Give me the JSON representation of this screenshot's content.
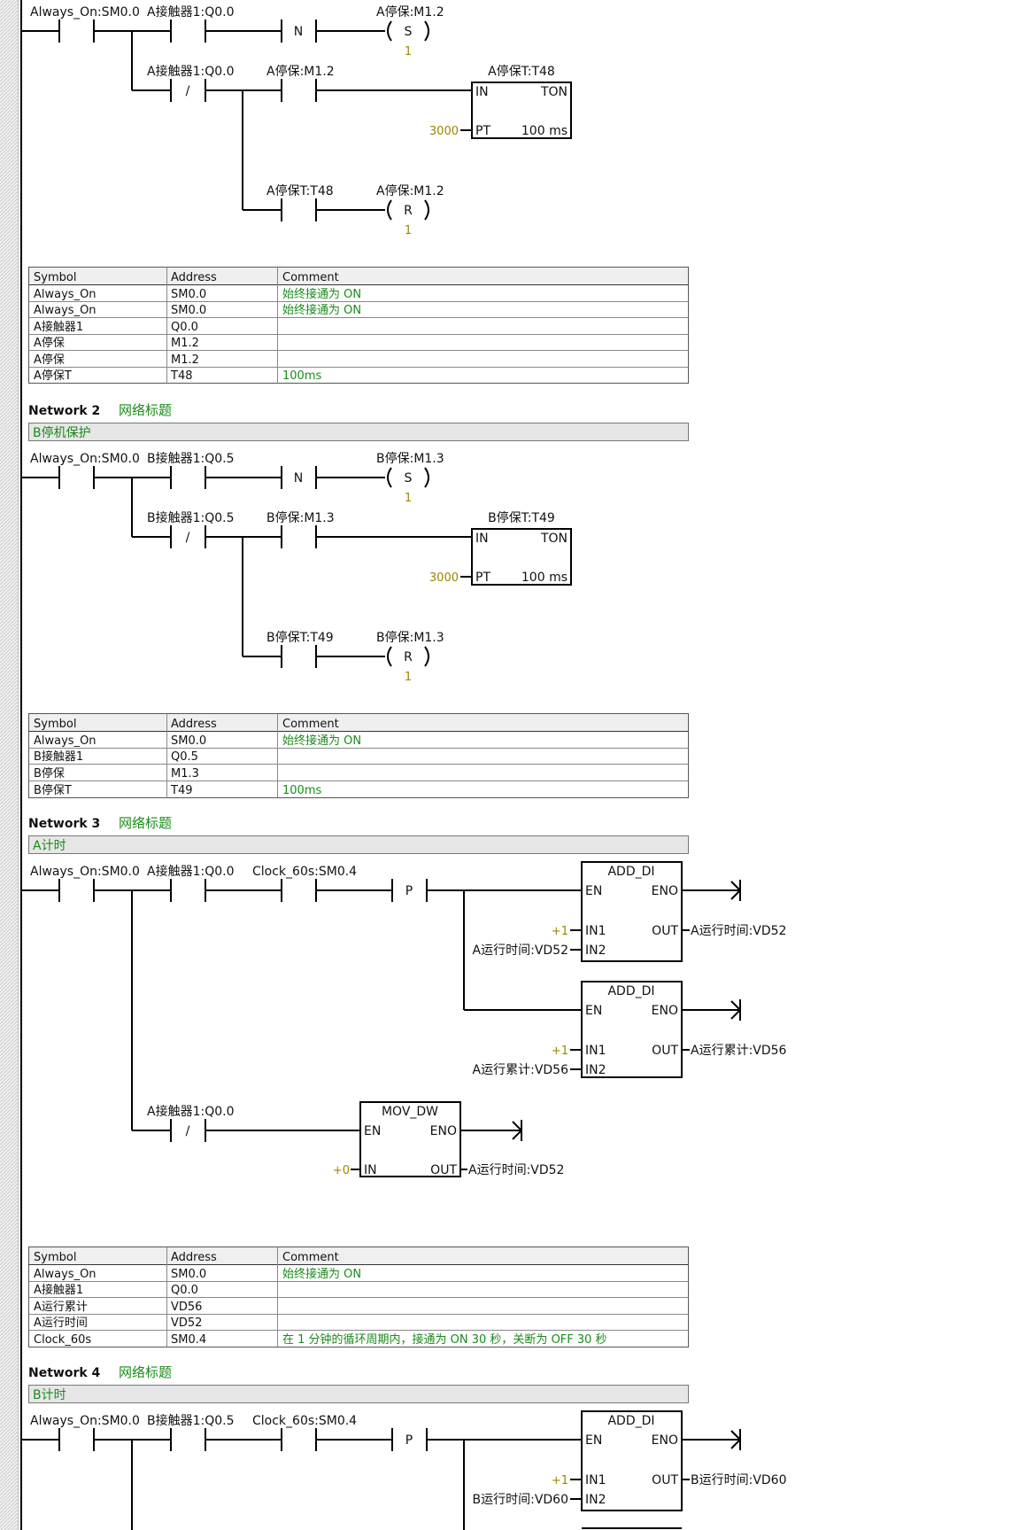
{
  "network1": {
    "row1": {
      "c1": "Always_On:SM0.0",
      "c2": "A接触器1:Q0.0",
      "edge": "N",
      "coil": "A停保:M1.2",
      "coil_type": "S",
      "coil_n": "1"
    },
    "row2": {
      "c1": "A接触器1:Q0.0",
      "c1_type": "/",
      "c2": "A停保:M1.2",
      "timer": {
        "name": "A停保T:T48",
        "type": "TON",
        "in": "IN",
        "pt_label": "PT",
        "pt_value": "3000",
        "base": "100 ms"
      }
    },
    "row3": {
      "c1": "A停保T:T48",
      "coil": "A停保:M1.2",
      "coil_type": "R",
      "coil_n": "1"
    },
    "table": {
      "headers": [
        "Symbol",
        "Address",
        "Comment"
      ],
      "rows": [
        [
          "Always_On",
          "SM0.0",
          "始终接通为 ON"
        ],
        [
          "Always_On",
          "SM0.0",
          "始终接通为 ON"
        ],
        [
          "A接触器1",
          "Q0.0",
          ""
        ],
        [
          "A停保",
          "M1.2",
          ""
        ],
        [
          "A停保",
          "M1.2",
          ""
        ],
        [
          "A停保T",
          "T48",
          "100ms"
        ]
      ]
    }
  },
  "network2": {
    "label": "Network 2",
    "title": "网络标题",
    "comment": "B停机保护",
    "row1": {
      "c1": "Always_On:SM0.0",
      "c2": "B接触器1:Q0.5",
      "edge": "N",
      "coil": "B停保:M1.3",
      "coil_type": "S",
      "coil_n": "1"
    },
    "row2": {
      "c1": "B接触器1:Q0.5",
      "c1_type": "/",
      "c2": "B停保:M1.3",
      "timer": {
        "name": "B停保T:T49",
        "type": "TON",
        "in": "IN",
        "pt_label": "PT",
        "pt_value": "3000",
        "base": "100 ms"
      }
    },
    "row3": {
      "c1": "B停保T:T49",
      "coil": "B停保:M1.3",
      "coil_type": "R",
      "coil_n": "1"
    },
    "table": {
      "headers": [
        "Symbol",
        "Address",
        "Comment"
      ],
      "rows": [
        [
          "Always_On",
          "SM0.0",
          "始终接通为 ON"
        ],
        [
          "B接触器1",
          "Q0.5",
          ""
        ],
        [
          "B停保",
          "M1.3",
          ""
        ],
        [
          "B停保T",
          "T49",
          "100ms"
        ]
      ]
    }
  },
  "network3": {
    "label": "Network 3",
    "title": "网络标题",
    "comment": "A计时",
    "row1": {
      "c1": "Always_On:SM0.0",
      "c2": "A接触器1:Q0.0",
      "c3": "Clock_60s:SM0.4",
      "edge": "P"
    },
    "box1": {
      "name": "ADD_DI",
      "en": "EN",
      "eno": "ENO",
      "in1": "IN1",
      "in2": "IN2",
      "out": "OUT",
      "in1_val": "+1",
      "in2_var": "A运行时间:VD52",
      "out_var": "A运行时间:VD52"
    },
    "box2": {
      "name": "ADD_DI",
      "en": "EN",
      "eno": "ENO",
      "in1": "IN1",
      "in2": "IN2",
      "out": "OUT",
      "in1_val": "+1",
      "in2_var": "A运行累计:VD56",
      "out_var": "A运行累计:VD56"
    },
    "row3": {
      "c1": "A接触器1:Q0.0",
      "c1_type": "/"
    },
    "box3": {
      "name": "MOV_DW",
      "en": "EN",
      "eno": "ENO",
      "in": "IN",
      "out": "OUT",
      "in_val": "+0",
      "out_var": "A运行时间:VD52"
    },
    "table": {
      "headers": [
        "Symbol",
        "Address",
        "Comment"
      ],
      "rows": [
        [
          "Always_On",
          "SM0.0",
          "始终接通为 ON"
        ],
        [
          "A接触器1",
          "Q0.0",
          ""
        ],
        [
          "A运行累计",
          "VD56",
          ""
        ],
        [
          "A运行时间",
          "VD52",
          ""
        ],
        [
          "Clock_60s",
          "SM0.4",
          "在 1 分钟的循环周期内，接通为 ON 30 秒，关断为 OFF 30 秒"
        ]
      ]
    }
  },
  "network4": {
    "label": "Network 4",
    "title": "网络标题",
    "comment": "B计时",
    "row1": {
      "c1": "Always_On:SM0.0",
      "c2": "B接触器1:Q0.5",
      "c3": "Clock_60s:SM0.4",
      "edge": "P"
    },
    "box1": {
      "name": "ADD_DI",
      "en": "EN",
      "eno": "ENO",
      "in1": "IN1",
      "in2": "IN2",
      "out": "OUT",
      "in1_val": "+1",
      "in2_var": "B运行时间:VD60",
      "out_var": "B运行时间:VD60"
    }
  }
}
